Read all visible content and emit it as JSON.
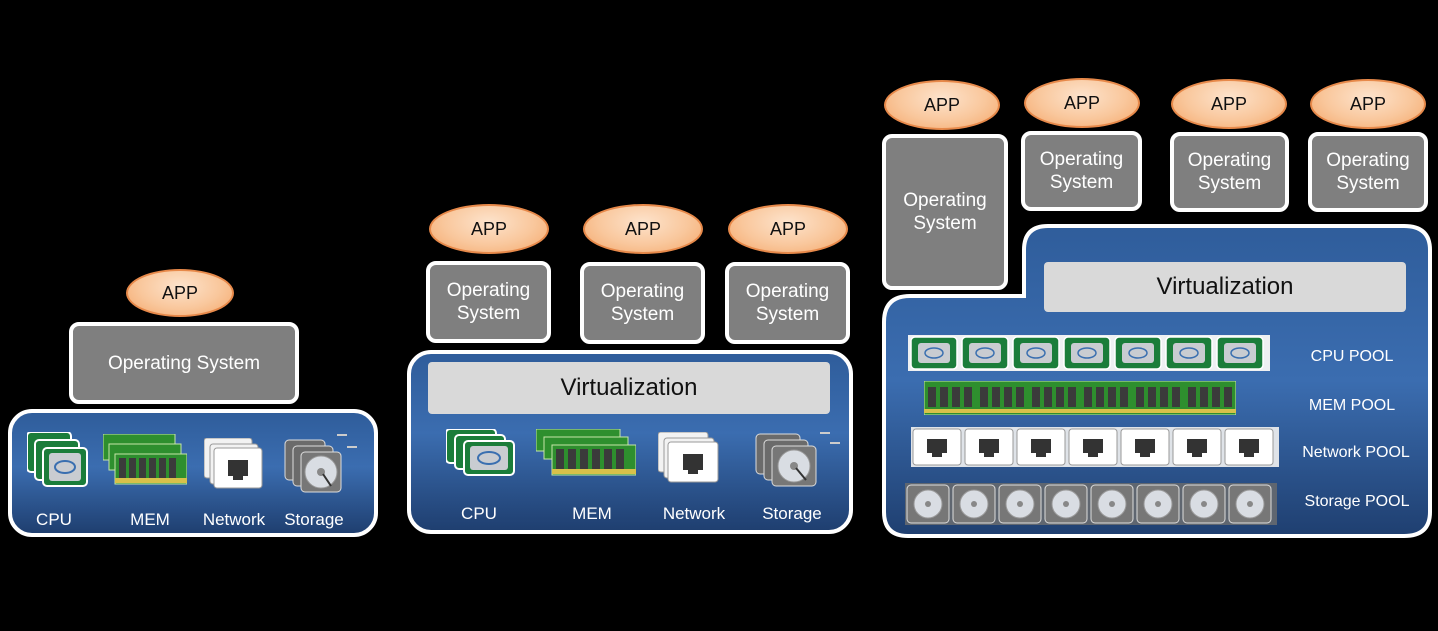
{
  "labels": {
    "app": "APP",
    "os": "Operating System",
    "os_line1": "Operating",
    "os_line2": "System",
    "virtualization": "Virtualization",
    "cpu": "CPU",
    "mem": "MEM",
    "network": "Network",
    "storage": "Storage",
    "cpu_pool": "CPU POOL",
    "mem_pool": "MEM POOL",
    "network_pool": "Network POOL",
    "storage_pool": "Storage POOL"
  },
  "colors": {
    "background": "#000000",
    "platform_blue": "#3b6db0",
    "os_gray": "#7f7f7f",
    "virtualization_gray": "#d9d9d9",
    "app_orange": "#f9c79c"
  }
}
